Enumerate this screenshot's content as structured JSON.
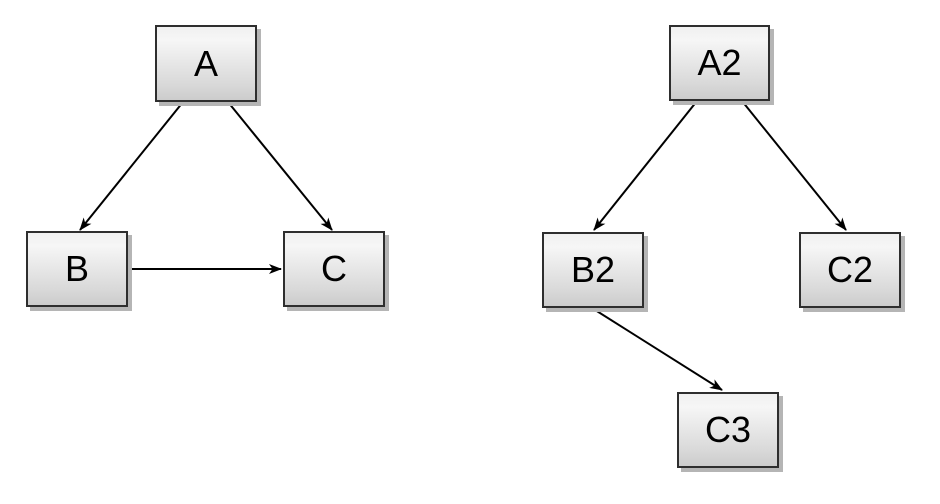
{
  "diagram": {
    "colors": {
      "background": "#ffffff",
      "node_border": "#2e2e2e",
      "node_fill_top": "#f0f0f0",
      "node_fill_bottom": "#cccccc",
      "node_shadow": "#b5b5b5",
      "edge": "#000000",
      "label": "#000000"
    },
    "graphs": [
      {
        "name": "left-graph",
        "nodes": [
          {
            "id": "A",
            "label": "A"
          },
          {
            "id": "B",
            "label": "B"
          },
          {
            "id": "C",
            "label": "C"
          }
        ],
        "edges": [
          {
            "from": "A",
            "to": "B"
          },
          {
            "from": "A",
            "to": "C"
          },
          {
            "from": "B",
            "to": "C"
          }
        ]
      },
      {
        "name": "right-graph",
        "nodes": [
          {
            "id": "A2",
            "label": "A2"
          },
          {
            "id": "B2",
            "label": "B2"
          },
          {
            "id": "C2",
            "label": "C2"
          },
          {
            "id": "C3",
            "label": "C3"
          }
        ],
        "edges": [
          {
            "from": "A2",
            "to": "B2"
          },
          {
            "from": "A2",
            "to": "C2"
          },
          {
            "from": "B2",
            "to": "C3"
          }
        ]
      }
    ]
  }
}
